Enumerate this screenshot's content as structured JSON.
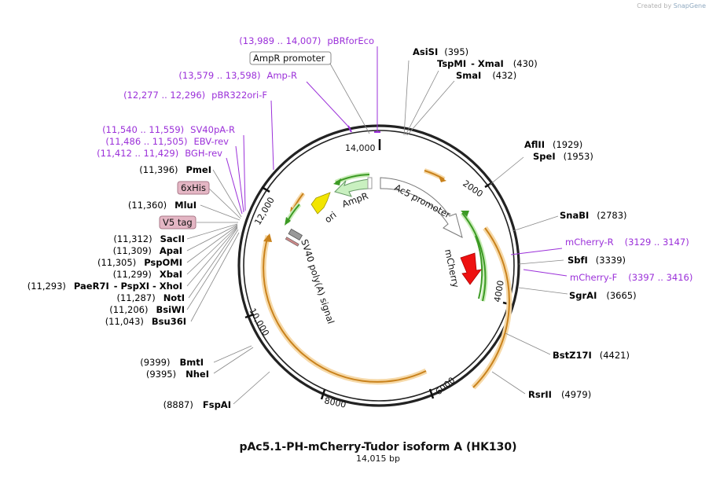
{
  "credit": {
    "prefix": "Created by",
    "brand": "SnapGene"
  },
  "title": "pAc5.1-PH-mCherry-Tudor isoform A (HK130)",
  "subtitle": "14,015 bp",
  "colors": {
    "backbone": "#222222",
    "enzyme_text": "#000000",
    "primer_text": "#9b30d9",
    "feature_orange": "#e8a23c",
    "feature_green": "#4aa02c",
    "mcherry": "#ee1111",
    "ori": "#f2e500",
    "ampr": "#c9f0c0"
  },
  "ring_ticks": [
    {
      "bp": 2000,
      "label": "2000"
    },
    {
      "bp": 4000,
      "label": "4000"
    },
    {
      "bp": 6000,
      "label": "6000"
    },
    {
      "bp": 8000,
      "label": "8000"
    },
    {
      "bp": 10000,
      "label": "10,000"
    },
    {
      "bp": 12000,
      "label": "12,000"
    },
    {
      "bp": 14000,
      "label": "14,000"
    }
  ],
  "enzymes": [
    {
      "name": "AsiSI",
      "pos": "(395)"
    },
    {
      "name": "TspMI",
      "extra": "- XmaI",
      "pos": "(430)"
    },
    {
      "name": "SmaI",
      "pos": "(432)"
    },
    {
      "name": "AflII",
      "pos": "(1929)"
    },
    {
      "name": "SpeI",
      "pos": "(1953)"
    },
    {
      "name": "SnaBI",
      "pos": "(2783)"
    },
    {
      "name": "SbfI",
      "pos": "(3339)"
    },
    {
      "name": "SgrAI",
      "pos": "(3665)"
    },
    {
      "name": "BstZ17I",
      "pos": "(4421)"
    },
    {
      "name": "RsrII",
      "pos": "(4979)"
    },
    {
      "name": "FspAI",
      "pos": "(8887)"
    },
    {
      "name": "NheI",
      "pos": "(9395)"
    },
    {
      "name": "BmtI",
      "pos": "(9399)"
    },
    {
      "name": "Bsu36I",
      "pos": "(11,043)"
    },
    {
      "name": "BsiWI",
      "pos": "(11,206)"
    },
    {
      "name": "NotI",
      "pos": "(11,287)"
    },
    {
      "name": "PaeR7I",
      "extra": "- PspXI - XhoI",
      "pos": "(11,293)"
    },
    {
      "name": "XbaI",
      "pos": "(11,299)"
    },
    {
      "name": "PspOMI",
      "pos": "(11,305)"
    },
    {
      "name": "ApaI",
      "pos": "(11,309)"
    },
    {
      "name": "SacII",
      "pos": "(11,312)"
    },
    {
      "name": "MluI",
      "pos": "(11,360)"
    },
    {
      "name": "PmeI",
      "pos": "(11,396)"
    }
  ],
  "primers": [
    {
      "name": "pBRforEco",
      "range": "(13,989 .. 14,007)"
    },
    {
      "name": "Amp-R",
      "range": "(13,579 .. 13,598)"
    },
    {
      "name": "pBR322ori-F",
      "range": "(12,277 .. 12,296)"
    },
    {
      "name": "SV40pA-R",
      "range": "(11,540 .. 11,559)"
    },
    {
      "name": "EBV-rev",
      "range": "(11,486 .. 11,505)"
    },
    {
      "name": "BGH-rev",
      "range": "(11,412 .. 11,429)"
    },
    {
      "name": "mCherry-R",
      "range": "(3129 .. 3147)"
    },
    {
      "name": "mCherry-F",
      "range": "(3397 .. 3416)"
    }
  ],
  "boxed_labels": [
    "AmpR promoter",
    "6xHis",
    "V5 tag"
  ],
  "features": [
    "Ac5 promoter",
    "mCherry",
    "SV40 poly(A) signal",
    "ori",
    "AmpR"
  ]
}
